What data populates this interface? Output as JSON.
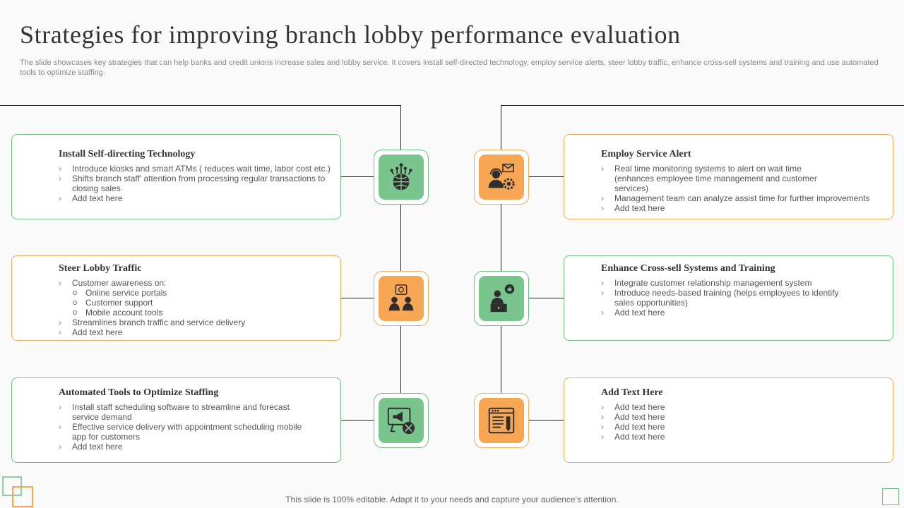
{
  "header": {
    "title": "Strategies for improving branch lobby performance evaluation",
    "subtitle": "The slide showcases key strategies that can help banks and credit unions increase sales and lobby service. It covers install self-directed technology, employ service alerts, steer lobby traffic, enhance cross-sell systems and training and use automated tools to optimize staffing."
  },
  "colors": {
    "green": "#79c58d",
    "orange": "#f7a654",
    "green_border": "#6fbf85",
    "orange_border": "#f4ac5e"
  },
  "cards": [
    {
      "title": "Install Self-directing Technology",
      "icon": "globe-network-icon",
      "bullets": [
        "Introduce kiosks and smart ATMs   ( reduces wait time, labor cost etc.)",
        "Shifts branch staff' attention from processing regular transactions to closing sales",
        "Add text here"
      ]
    },
    {
      "title": "Steer Lobby Traffic",
      "icon": "customer-support-icon",
      "bullets": [
        "Customer awareness on:",
        "Online service portals",
        "Customer support",
        "Mobile account tools",
        "Streamlines branch traffic and service delivery",
        "Add text here"
      ]
    },
    {
      "title": "Automated Tools to Optimize Staffing",
      "icon": "megaphone-tools-icon",
      "bullets": [
        "Install staff scheduling software to streamline and forecast service demand",
        "Effective service delivery with appointment scheduling mobile app for customers",
        "Add text here"
      ]
    },
    {
      "title": "Employ Service Alert",
      "icon": "service-alert-icon",
      "bullets": [
        "Real time monitoring systems to alert on wait  time (enhances employee time management and customer services)",
        "Management team can analyze  assist time for further improvements",
        "Add text here"
      ]
    },
    {
      "title": "Enhance Cross-sell Systems and Training",
      "icon": "online-training-icon",
      "bullets": [
        "Integrate customer relationship management system",
        "Introduce needs-based training (helps employees to identify sales opportunities)",
        "Add text here"
      ]
    },
    {
      "title": "Add Text Here",
      "icon": "browser-document-icon",
      "bullets": [
        "Add text here",
        "Add text here",
        "Add text here",
        "Add text here"
      ]
    }
  ],
  "footer": {
    "text": "This slide is 100% editable. Adapt it to your needs and capture your audience’s attention."
  }
}
